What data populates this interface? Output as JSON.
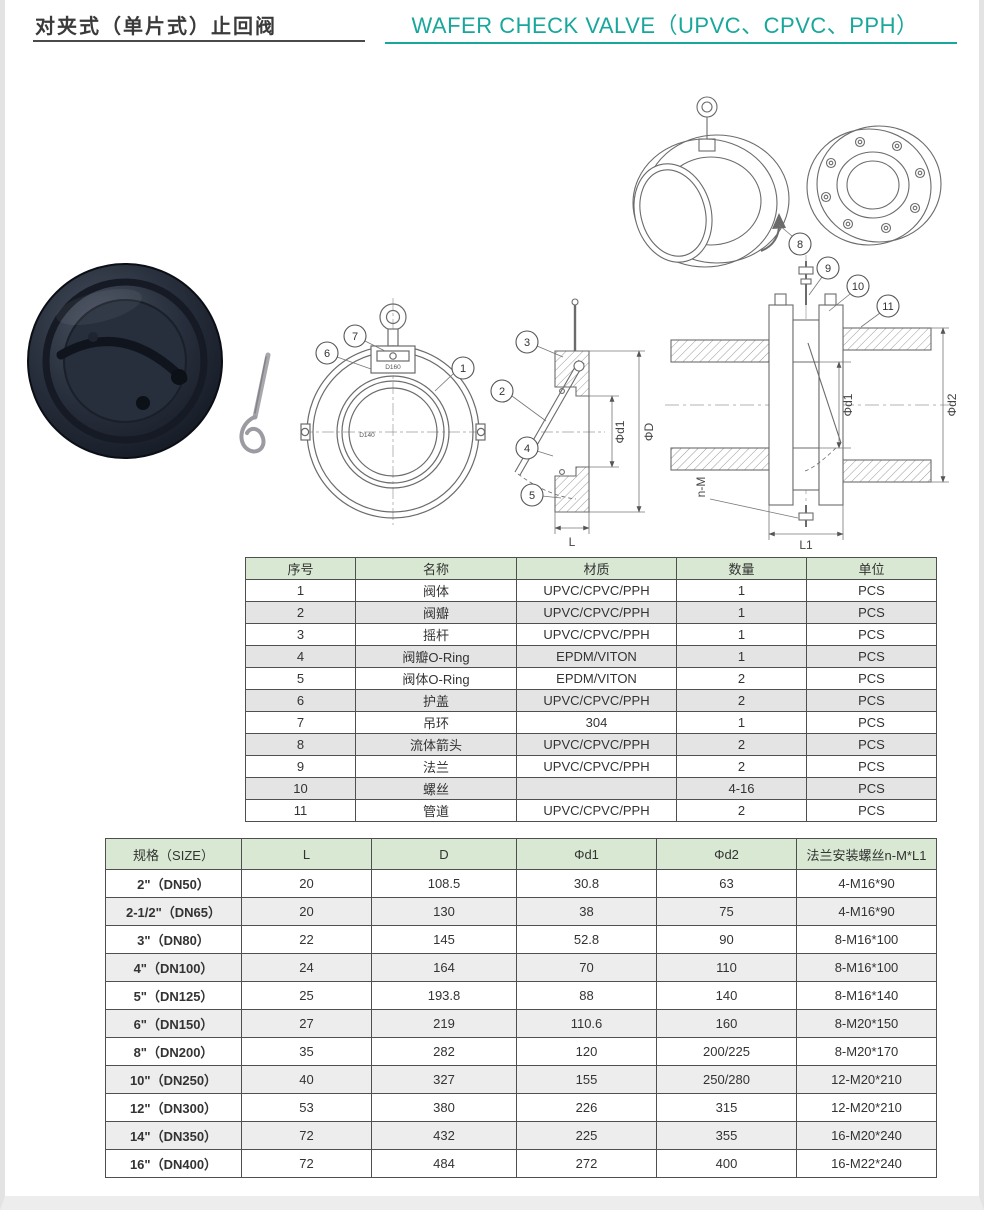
{
  "page": {
    "title_zh": "对夹式（单片式）止回阀",
    "title_en": "WAFER CHECK VALVE（UPVC、CPVC、PPH）"
  },
  "colors": {
    "accent_teal": "#18a79b",
    "title_underline_dark": "#4a4a4a",
    "table_header_green": "#d8e8d2"
  },
  "drawings": {
    "callouts": {
      "c1": "1",
      "c2": "2",
      "c3": "3",
      "c4": "4",
      "c5": "5",
      "c6": "6",
      "c7": "7",
      "c8": "8",
      "c9": "9",
      "c10": "10",
      "c11": "11"
    },
    "dims": {
      "phi_d1": "Φd1",
      "phi_D": "ΦD",
      "L": "L",
      "phi_d1_install": "Φd1",
      "phi_d2": "Φd2",
      "L1": "L1",
      "n_M": "n-M"
    },
    "front_view": {
      "plate_label": "D160",
      "disc_label": "D140"
    }
  },
  "parts_table": {
    "headers": [
      "序号",
      "名称",
      "材质",
      "数量",
      "单位"
    ],
    "rows": [
      [
        "1",
        "阀体",
        "UPVC/CPVC/PPH",
        "1",
        "PCS"
      ],
      [
        "2",
        "阀瓣",
        "UPVC/CPVC/PPH",
        "1",
        "PCS"
      ],
      [
        "3",
        "摇杆",
        "UPVC/CPVC/PPH",
        "1",
        "PCS"
      ],
      [
        "4",
        "阀瓣O-Ring",
        "EPDM/VITON",
        "1",
        "PCS"
      ],
      [
        "5",
        "阀体O-Ring",
        "EPDM/VITON",
        "2",
        "PCS"
      ],
      [
        "6",
        "护盖",
        "UPVC/CPVC/PPH",
        "2",
        "PCS"
      ],
      [
        "7",
        "吊环",
        "304",
        "1",
        "PCS"
      ],
      [
        "8",
        "流体箭头",
        "UPVC/CPVC/PPH",
        "2",
        "PCS"
      ],
      [
        "9",
        "法兰",
        "UPVC/CPVC/PPH",
        "2",
        "PCS"
      ],
      [
        "10",
        "螺丝",
        "",
        "4-16",
        "PCS"
      ],
      [
        "11",
        "管道",
        "UPVC/CPVC/PPH",
        "2",
        "PCS"
      ]
    ]
  },
  "size_table": {
    "headers": [
      "规格（SIZE）",
      "L",
      "D",
      "Φd1",
      "Φd2",
      "法兰安装螺丝n-M*L1"
    ],
    "rows": [
      [
        "2\"（DN50）",
        "20",
        "108.5",
        "30.8",
        "63",
        "4-M16*90"
      ],
      [
        "2-1/2\"（DN65）",
        "20",
        "130",
        "38",
        "75",
        "4-M16*90"
      ],
      [
        "3\"（DN80）",
        "22",
        "145",
        "52.8",
        "90",
        "8-M16*100"
      ],
      [
        "4\"（DN100）",
        "24",
        "164",
        "70",
        "110",
        "8-M16*100"
      ],
      [
        "5\"（DN125）",
        "25",
        "193.8",
        "88",
        "140",
        "8-M16*140"
      ],
      [
        "6\"（DN150）",
        "27",
        "219",
        "110.6",
        "160",
        "8-M20*150"
      ],
      [
        "8\"（DN200）",
        "35",
        "282",
        "120",
        "200/225",
        "8-M20*170"
      ],
      [
        "10\"（DN250）",
        "40",
        "327",
        "155",
        "250/280",
        "12-M20*210"
      ],
      [
        "12\"（DN300）",
        "53",
        "380",
        "226",
        "315",
        "12-M20*210"
      ],
      [
        "14\"（DN350）",
        "72",
        "432",
        "225",
        "355",
        "16-M20*240"
      ],
      [
        "16\"（DN400）",
        "72",
        "484",
        "272",
        "400",
        "16-M22*240"
      ]
    ]
  }
}
